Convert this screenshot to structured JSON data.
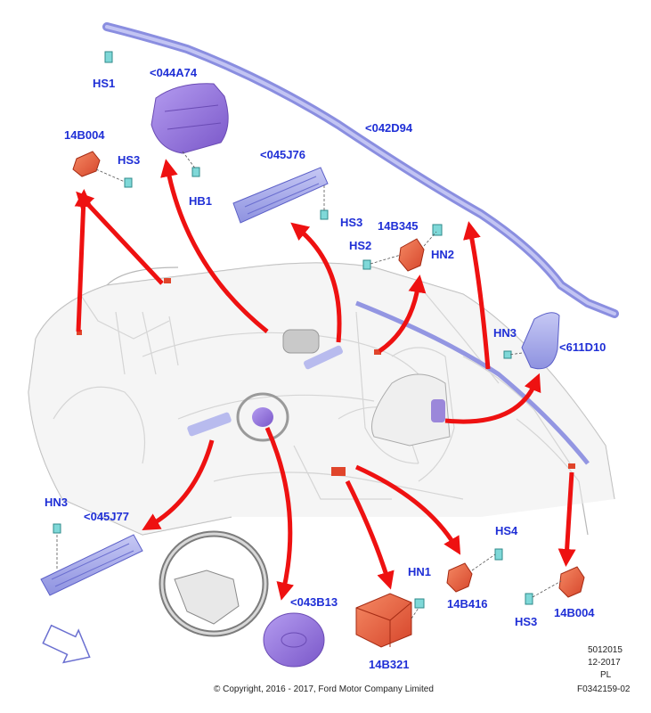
{
  "labels": {
    "hs1": "HS1",
    "a044": "<044A74",
    "a042": "<042D94",
    "b14b004_tl": "14B004",
    "hs3_tl": "HS3",
    "hb1": "HB1",
    "a045j76": "<045J76",
    "hs3_mid": "HS3",
    "b14b345": "14B345",
    "hs2": "HS2",
    "hn2": "HN2",
    "hn3_r": "HN3",
    "a611": "<611D10",
    "hn3_l": "HN3",
    "a045j77": "<045J77",
    "a043b13": "<043B13",
    "hn1": "HN1",
    "b14b321": "14B321",
    "hs4": "HS4",
    "b14b416": "14B416",
    "hs3_br": "HS3",
    "b14b004_br": "14B004"
  },
  "footer": {
    "copyright": "© Copyright, 2016 - 2017, Ford Motor Company Limited",
    "code1": "5012015",
    "date": "12-2017",
    "lang": "PL",
    "ref": "F0342159-02"
  },
  "colors": {
    "label": "#1f2fd6",
    "airbag_purple": "#8e6fd6",
    "module_red": "#e0452b",
    "arrow_red": "#ee1111",
    "fastener_cyan": "#7fd8d8"
  }
}
